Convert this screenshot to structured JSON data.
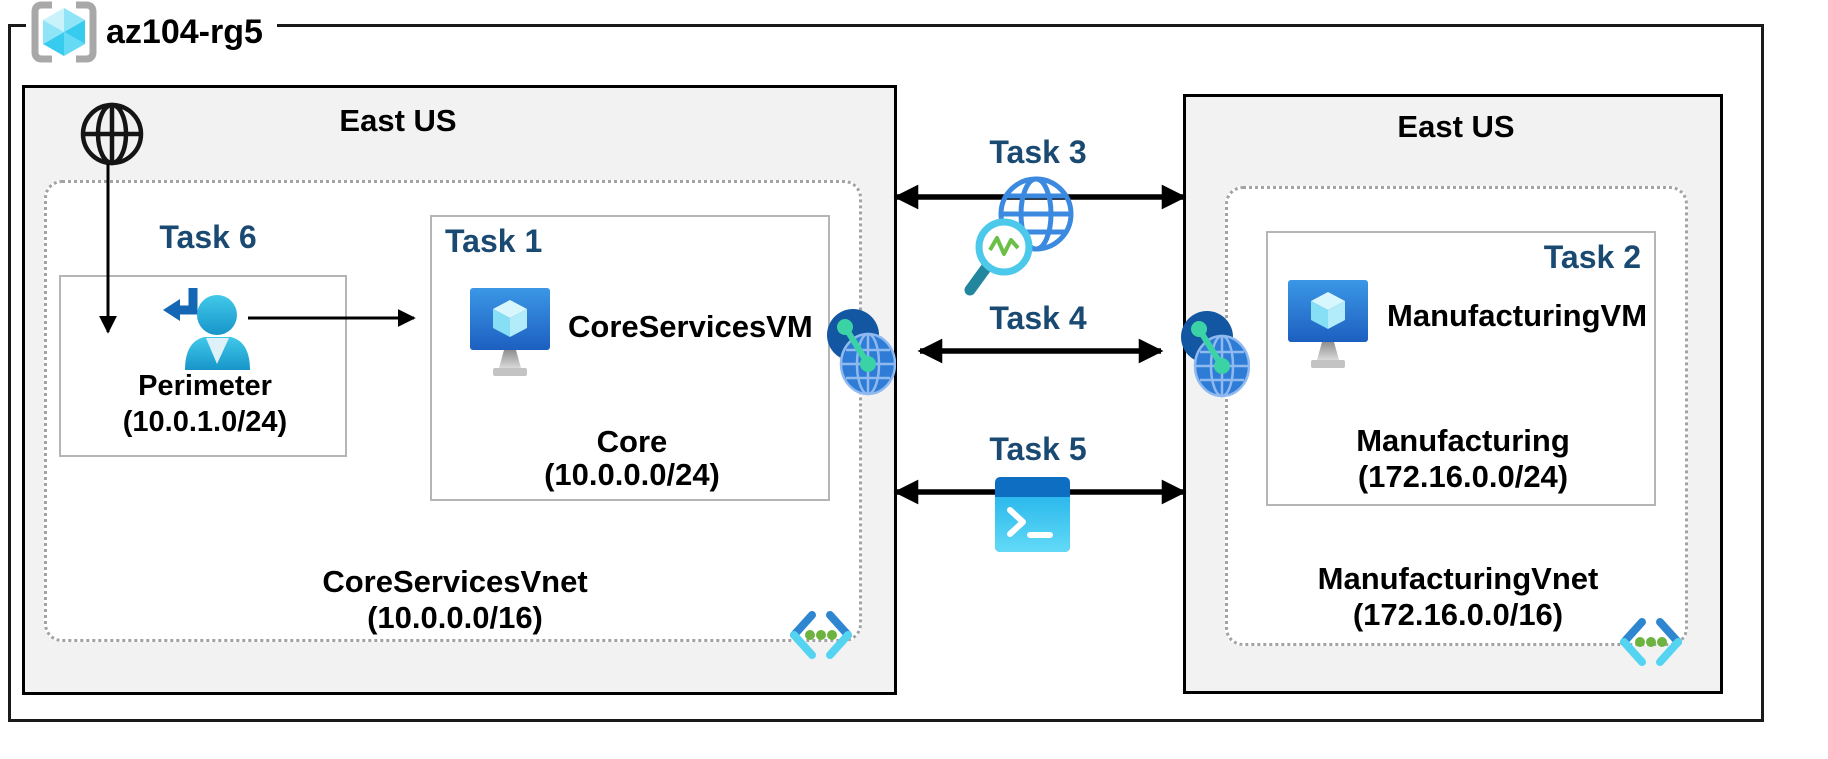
{
  "resource_group": {
    "name": "az104-rg5"
  },
  "left_region": {
    "name": "East US",
    "task6_label": "Task 6",
    "perimeter": {
      "name": "Perimeter",
      "cidr": "(10.0.1.0/24)"
    },
    "task1_label": "Task 1",
    "core_vm": "CoreServicesVM",
    "core_subnet": {
      "name": "Core",
      "cidr": "(10.0.0.0/24)"
    },
    "vnet": {
      "name": "CoreServicesVnet",
      "cidr": "(10.0.0.0/16)"
    }
  },
  "right_region": {
    "name": "East US",
    "task2_label": "Task 2",
    "vm": "ManufacturingVM",
    "subnet": {
      "name": "Manufacturing",
      "cidr": "(172.16.0.0/24)"
    },
    "vnet": {
      "name": "ManufacturingVnet",
      "cidr": "(172.16.0.0/16)"
    }
  },
  "connections": {
    "task3_label": "Task 3",
    "task4_label": "Task 4",
    "task5_label": "Task 5"
  },
  "colors": {
    "task_label_blue": "#1a4a72",
    "region_background": "#f2f2f2",
    "outer_border": "#1a1a1a",
    "inner_box_border": "#b5b5b5",
    "dotted_border": "#a3a3a3",
    "azure_blue": "#2e7cd6",
    "azure_cyan": "#55d4f2",
    "vnet_dot_green": "#6cb33f",
    "peering_teal": "#3bd3a6"
  },
  "icons": {
    "title": "resource-group-icon",
    "left_region_top": "internet-globe-icon",
    "perimeter": "user-inbound-icon",
    "vms": "virtual-machine-icon",
    "vnets": "virtual-network-icon",
    "task3": "network-watcher-icon",
    "task4": "vnet-peering-icon",
    "task5": "cloud-shell-icon"
  }
}
